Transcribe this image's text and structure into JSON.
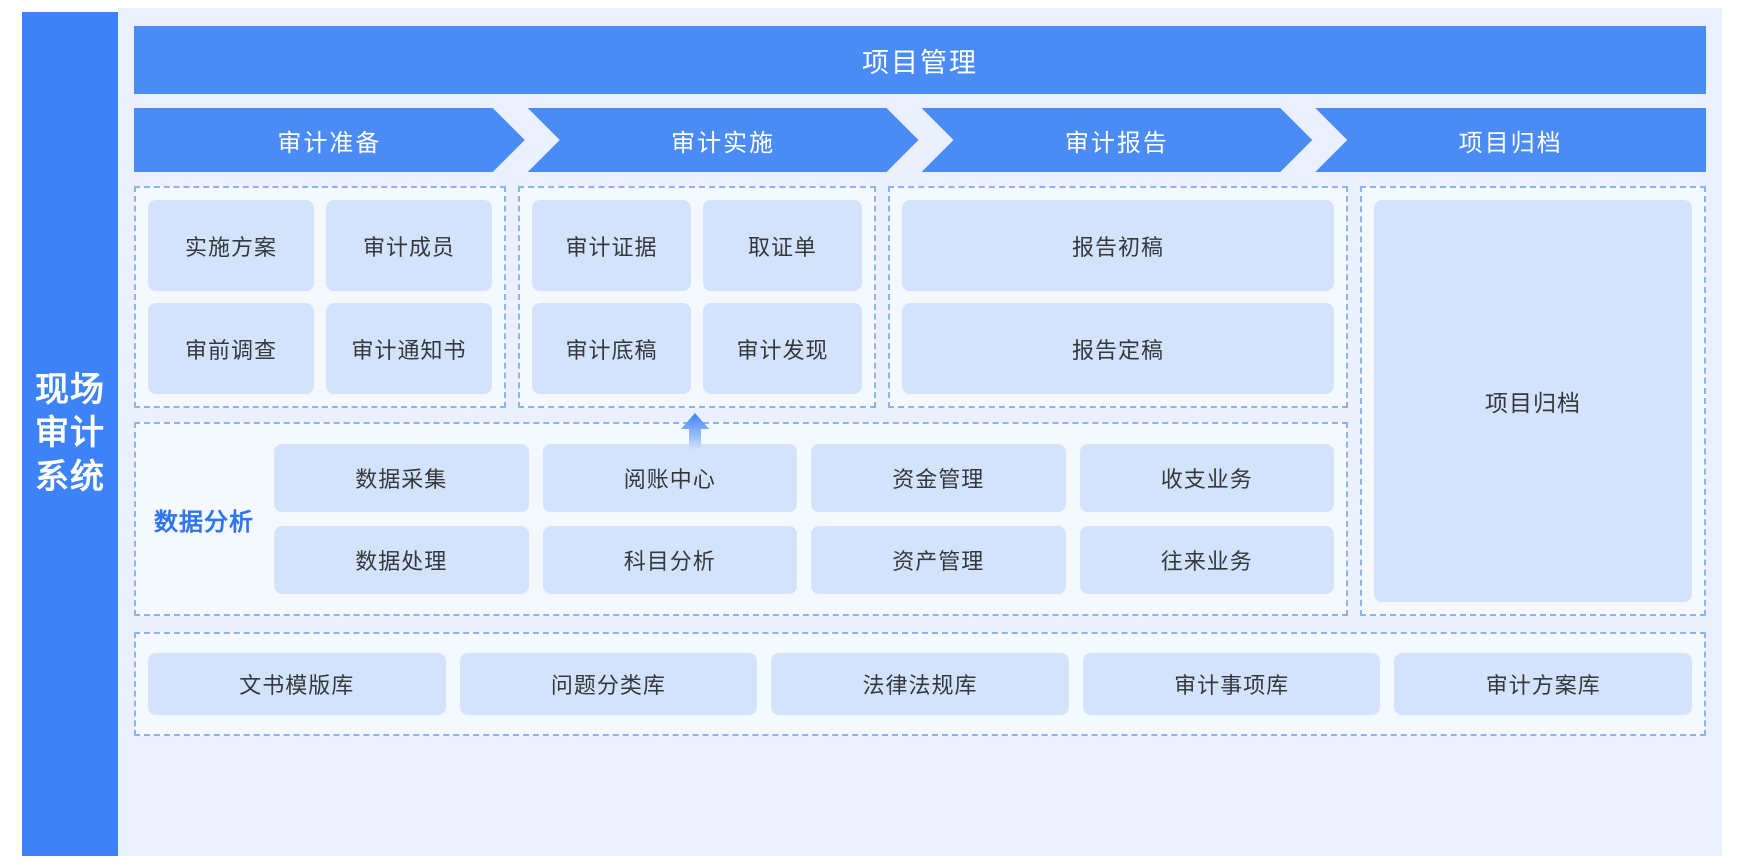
{
  "brand": {
    "name_lines": [
      "现场",
      "审计",
      "系统"
    ],
    "color": "#3d82f7"
  },
  "header": {
    "title": "项目管理"
  },
  "phases": [
    {
      "label": "审计准备"
    },
    {
      "label": "审计实施"
    },
    {
      "label": "审计报告"
    },
    {
      "label": "项目归档"
    }
  ],
  "groups": {
    "preparation": {
      "cards": [
        "实施方案",
        "审计成员",
        "审前调查",
        "审计通知书"
      ]
    },
    "implementation": {
      "cards": [
        "审计证据",
        "取证单",
        "审计底稿",
        "审计发现"
      ]
    },
    "report": {
      "cards": [
        "报告初稿",
        "报告定稿"
      ]
    },
    "archive": {
      "card": "项目归档"
    },
    "data_analysis": {
      "label": "数据分析",
      "label_color": "#2f74f0",
      "cards": [
        "数据采集",
        "阅账中心",
        "资金管理",
        "收支业务",
        "数据处理",
        "科目分析",
        "资产管理",
        "往来业务"
      ]
    },
    "libraries": {
      "cards": [
        "文书模版库",
        "问题分类库",
        "法律法规库",
        "审计事项库",
        "审计方案库"
      ]
    }
  },
  "colors": {
    "primary": "#4a8bf5",
    "card_bg": "#d3e3fb",
    "canvas_bg": "#eaf0fe",
    "dashed_border": "#8db4f0"
  }
}
